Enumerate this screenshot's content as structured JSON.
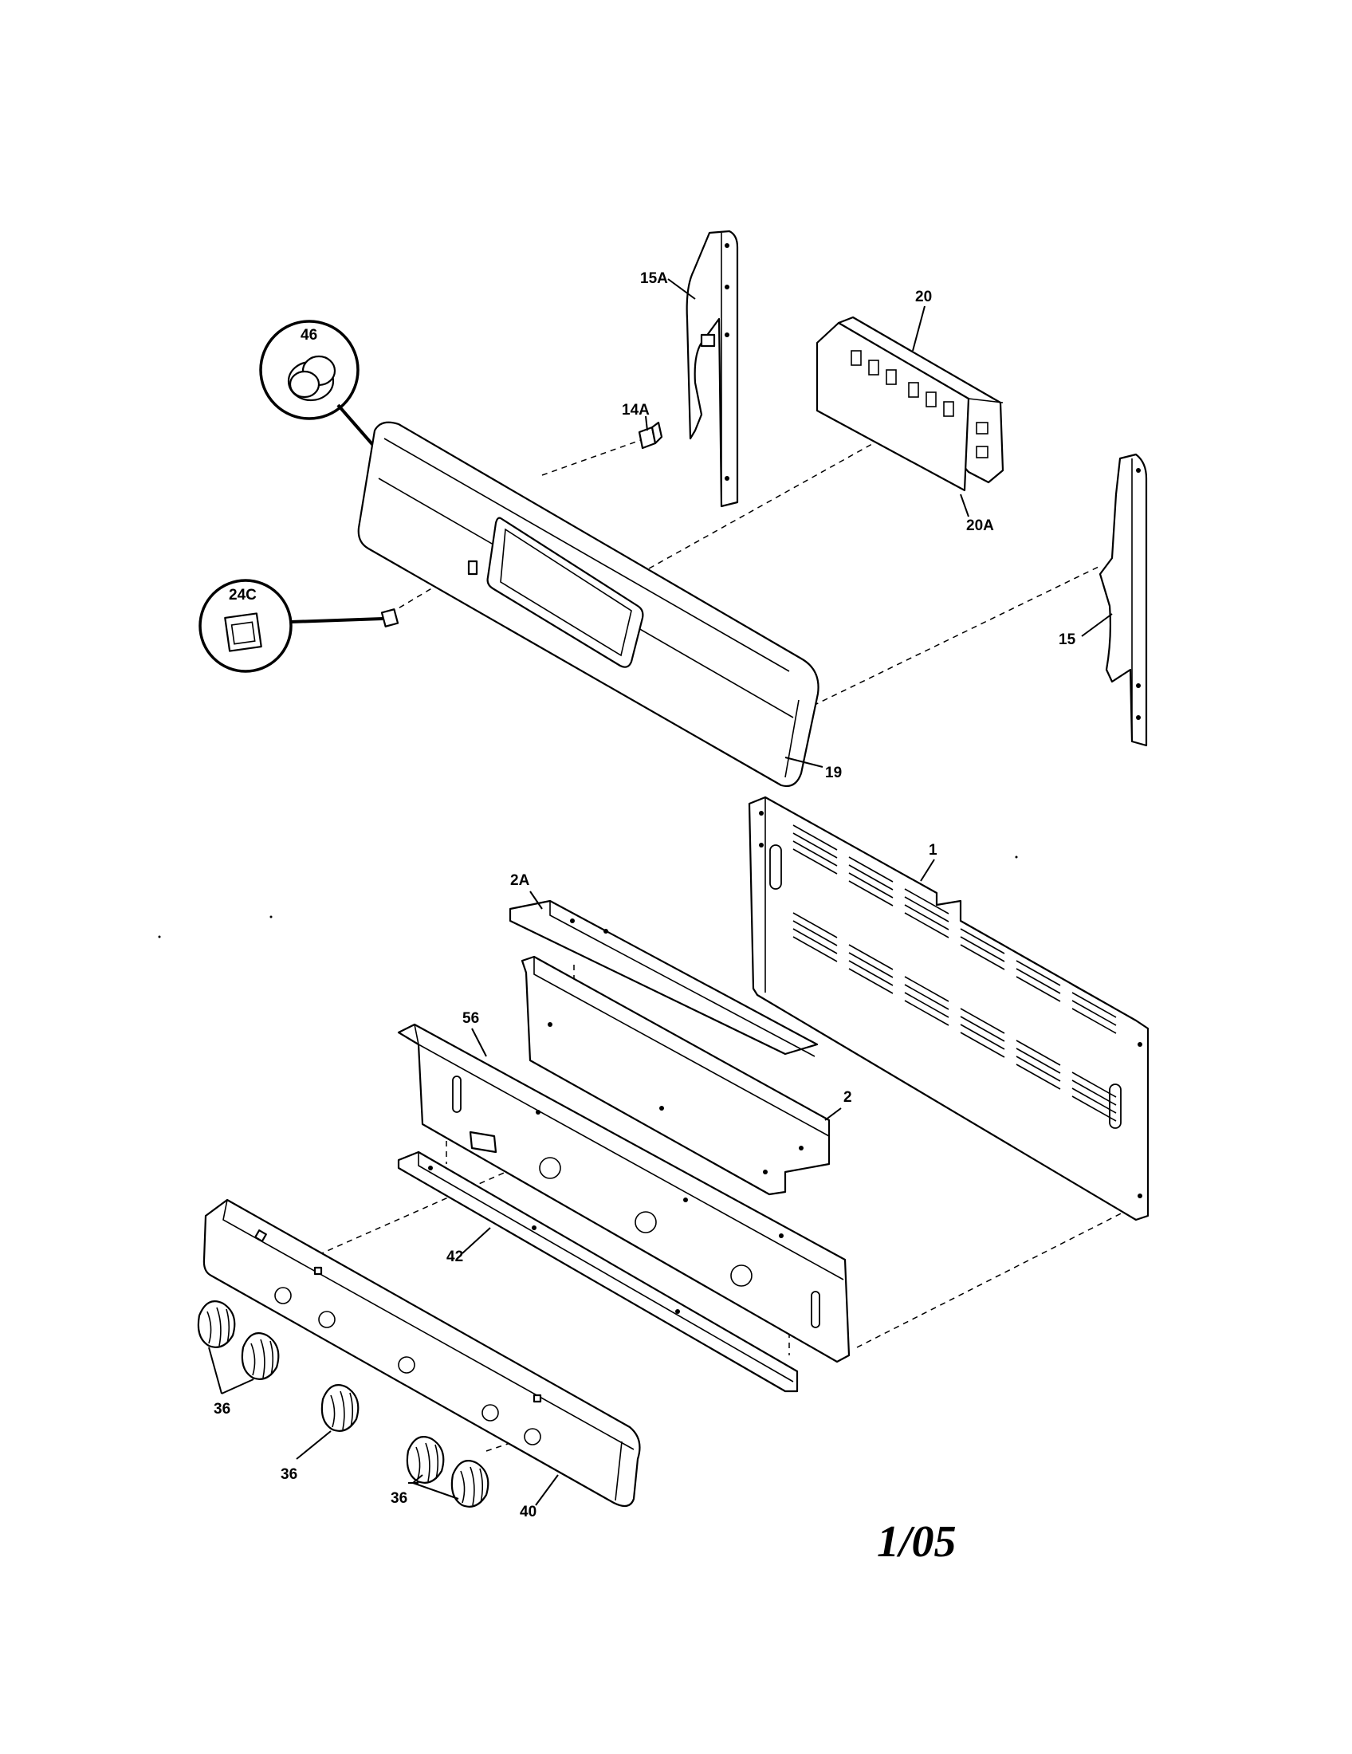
{
  "diagram": {
    "labels": {
      "p46": "46",
      "p24c": "24C",
      "p15a": "15A",
      "p14a": "14A",
      "p20": "20",
      "p20a": "20A",
      "p15": "15",
      "p19": "19",
      "p2a": "2A",
      "p1": "1",
      "p56": "56",
      "p2": "2",
      "p42": "42",
      "p36a": "36",
      "p36b": "36",
      "p36c": "36",
      "p40": "40"
    },
    "revision": "1/05"
  }
}
